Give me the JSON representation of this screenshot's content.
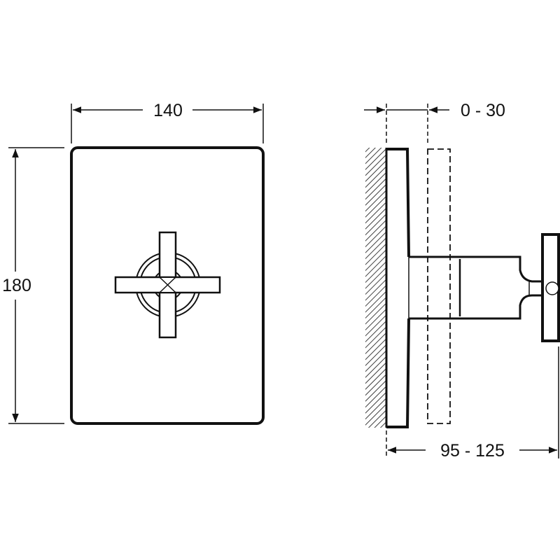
{
  "dimensions": {
    "width": "140",
    "height": "180",
    "projection": "0 - 30",
    "depth": "95 - 125"
  },
  "colors": {
    "line": "#111111",
    "background": "#ffffff"
  }
}
